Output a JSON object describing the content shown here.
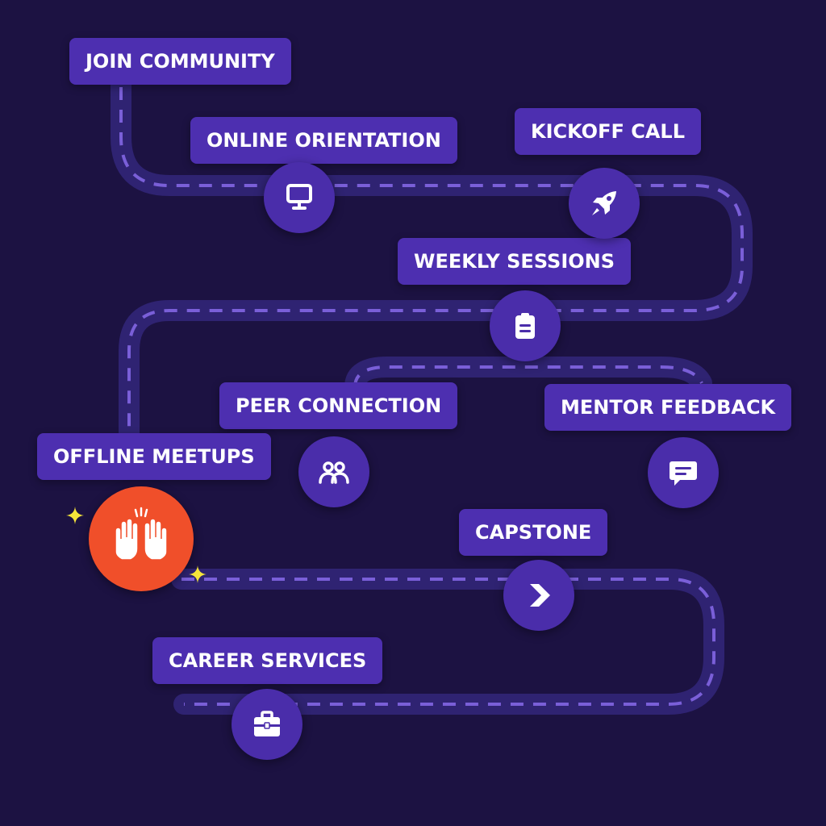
{
  "colors": {
    "background": "#1c1242",
    "road": "#2f2372",
    "road_dash": "#7a5fd8",
    "label_bg": "#4d2fb0",
    "node_bg": "#4a2daa",
    "icon": "#ffffff",
    "highlight": "#f04f2a",
    "sparkle": "#f5e43a"
  },
  "steps": [
    {
      "label": "JOIN COMMUNITY",
      "icon": null
    },
    {
      "label": "ONLINE ORIENTATION",
      "icon": "monitor-icon"
    },
    {
      "label": "KICKOFF CALL",
      "icon": "rocket-icon"
    },
    {
      "label": "WEEKLY SESSIONS",
      "icon": "clipboard-icon"
    },
    {
      "label": "PEER CONNECTION",
      "icon": "people-icon"
    },
    {
      "label": "MENTOR FEEDBACK",
      "icon": "chat-bubble-icon"
    },
    {
      "label": "OFFLINE MEETUPS",
      "icon": "raised-hands-icon",
      "highlighted": true
    },
    {
      "label": "CAPSTONE",
      "icon": "chevron-right-icon"
    },
    {
      "label": "CAREER SERVICES",
      "icon": "briefcase-icon"
    }
  ]
}
